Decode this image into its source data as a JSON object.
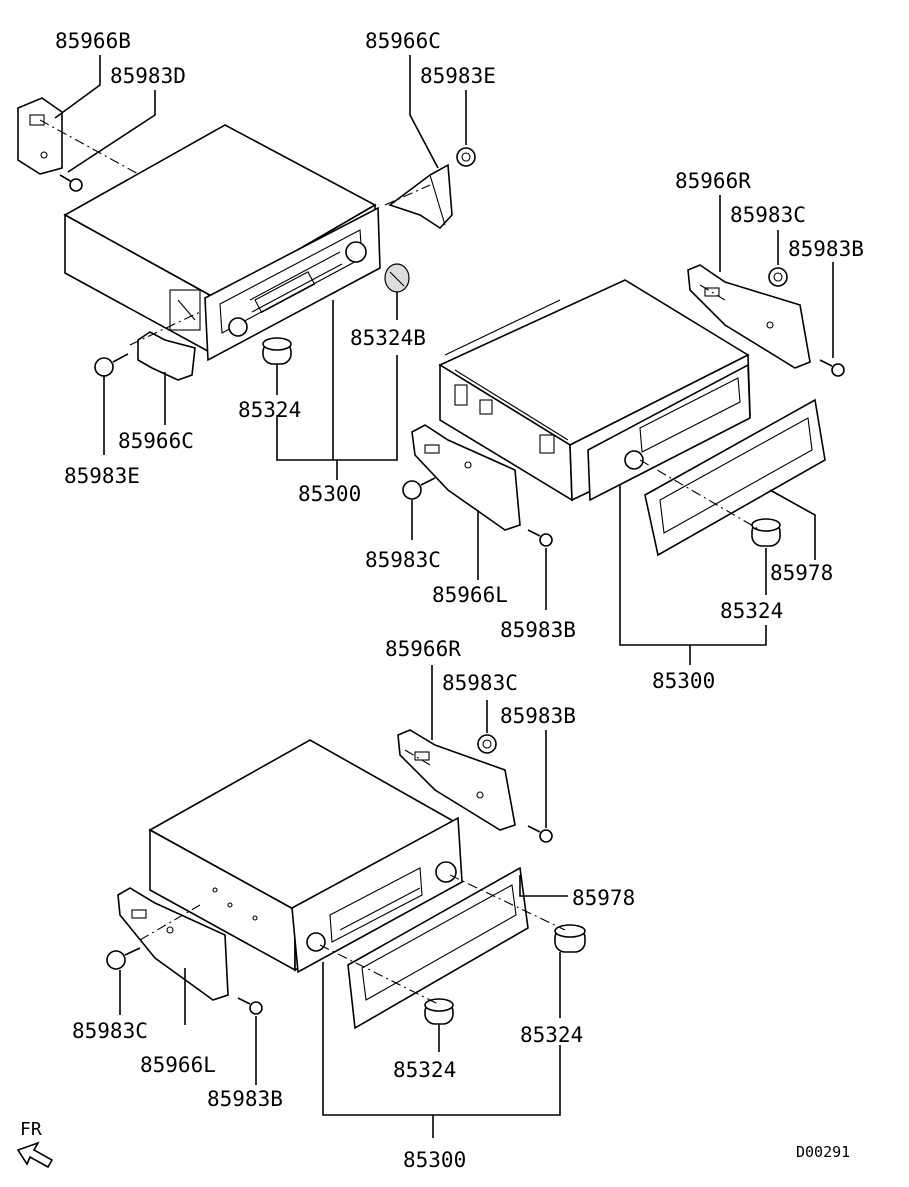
{
  "labels": {
    "top_left_bracket": "85966B",
    "top_left_screw": "85983D",
    "top_right_bracket": "85966C",
    "top_right_screw": "85983E",
    "top_knob_b": "85324B",
    "top_knob": "85324",
    "top_lower_bracket": "85966C",
    "top_lower_screw": "85983E",
    "top_radio": "85300",
    "mid_bracket_r": "85966R",
    "mid_screw_c_right": "85983C",
    "mid_screw_b_right": "85983B",
    "mid_screw_c_left": "85983C",
    "mid_bracket_l": "85966L",
    "mid_screw_b_left": "85983B",
    "mid_panel": "85978",
    "mid_knob": "85324",
    "mid_radio": "85300",
    "bot_bracket_r": "85966R",
    "bot_screw_c_right": "85983C",
    "bot_screw_b_right": "85983B",
    "bot_panel": "85978",
    "bot_screw_c_left": "85983C",
    "bot_bracket_l": "85966L",
    "bot_screw_b_left": "85983B",
    "bot_knob_left": "85324",
    "bot_knob_right": "85324",
    "bot_radio": "85300"
  },
  "direction_label": "FR",
  "diagram_code": "D00291"
}
